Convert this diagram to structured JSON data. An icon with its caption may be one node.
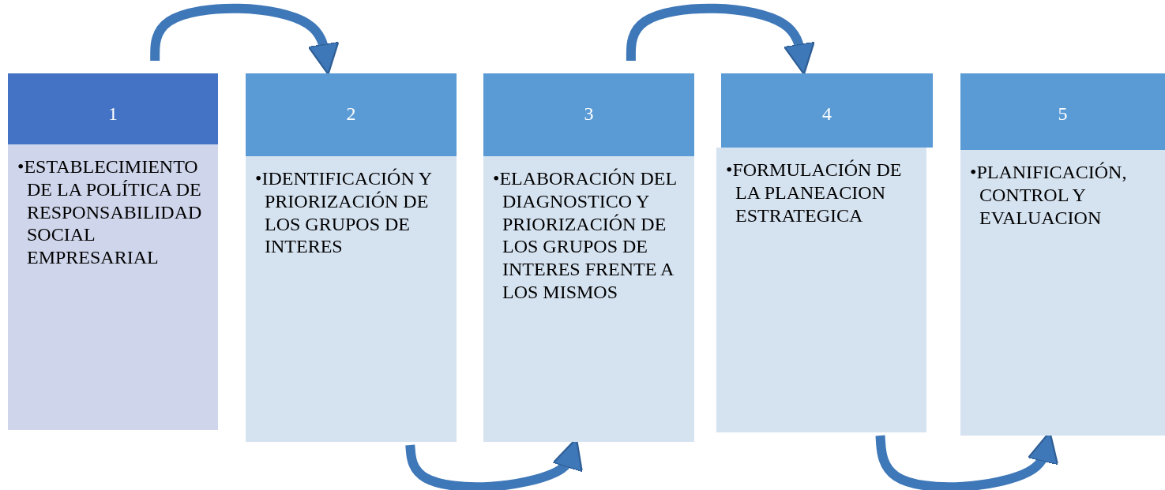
{
  "diagram": {
    "nodes": [
      {
        "text": [
          "1"
        ]
      },
      {
        "text": [
          "•ESTABLECIMIENTO DE LA POLÍTICA DE RESPONSABILIDAD SOCIAL EMPRESARIAL"
        ]
      },
      {
        "text": [
          "2"
        ]
      },
      {
        "text": [
          "•IDENTIFICACIÓN Y PRIORIZACIÓN DE LOS GRUPOS DE INTERES"
        ]
      },
      {
        "text": [
          "3"
        ]
      },
      {
        "text": [
          "•ELABORACIÓN DEL DIAGNOSTICO Y PRIORIZACIÓN DE LOS GRUPOS DE INTERES FRENTE A LOS MISMOS"
        ]
      },
      {
        "text": [
          "4"
        ]
      },
      {
        "text": [
          "•FORMULACIÓN DE LA PLANEACION ESTRATEGICA"
        ]
      },
      {
        "text": [
          "5"
        ]
      },
      {
        "text": [
          "•PLANIFICACIÓN, CONTROL Y EVALUACION"
        ]
      }
    ],
    "edges": [
      {
        "from": 0,
        "to": 2,
        "arrow": "to"
      },
      {
        "from": 3,
        "to": 5,
        "arrow": "to"
      },
      {
        "from": 4,
        "to": 6,
        "arrow": "to"
      },
      {
        "from": 7,
        "to": 9,
        "arrow": "to"
      }
    ]
  }
}
